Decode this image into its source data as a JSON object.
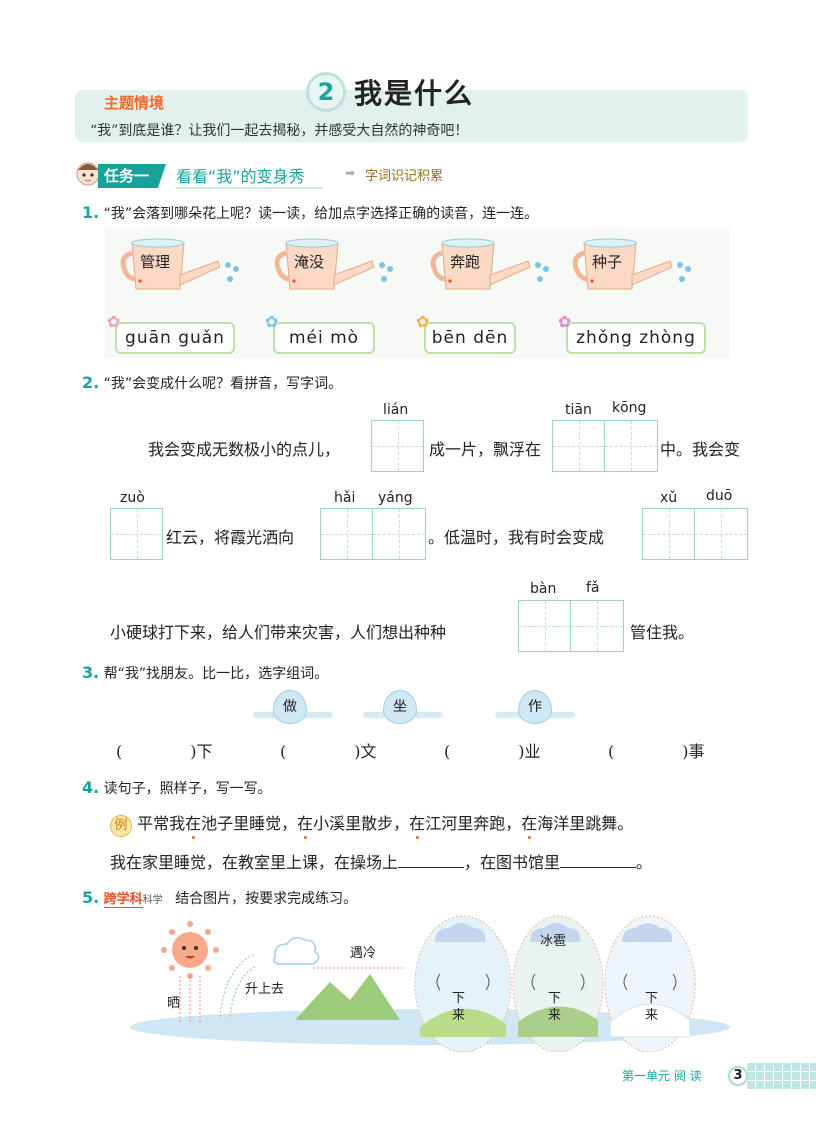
{
  "header": {
    "lesson_number": "2",
    "title": "我是什么",
    "theme_label": "主题情境",
    "theme_text": "“我”到底是谁？让我们一起去揭秘，并感受大自然的神奇吧！"
  },
  "task": {
    "badge": "任务一",
    "title": "看看“我”的变身秀",
    "subtitle": "字词识记积累"
  },
  "q1": {
    "num": "1.",
    "text": "“我”会落到哪朵花上呢？读一读，给加点字选择正确的读音，连一连。",
    "words": [
      "管理",
      "淹没",
      "奔跑",
      "种子"
    ],
    "pinyin": [
      "guān guǎn",
      "méi  mò",
      "bēn dēn",
      "zhǒng zhòng"
    ],
    "flower_colors": [
      "#f4a3b5",
      "#7cc3ea",
      "#f5b04a",
      "#e08ac8"
    ]
  },
  "q2": {
    "num": "2.",
    "text": "“我”会变成什么呢？看拼音，写字词。",
    "line1": [
      "我会变成无数极小的点儿，",
      "成一片，飘浮在",
      "中。我会变"
    ],
    "line2": [
      "红云，将霞光洒向",
      "。低温时，我有时会变成"
    ],
    "line3": [
      "小硬球打下来，给人们带来灾害，人们想出种种",
      "管住我。"
    ],
    "pinyin": {
      "lian": "lián",
      "tian": "tiān",
      "kong": "kōng",
      "zuo": "zuò",
      "hai": "hǎi",
      "yang": "yáng",
      "xu": "xǔ",
      "duo": "duō",
      "ban": "bàn",
      "fa": "fǎ"
    }
  },
  "q3": {
    "num": "3.",
    "text": "帮“我”找朋友。比一比，选字组词。",
    "choices": [
      "做",
      "坐",
      "作"
    ],
    "blanks": [
      "下",
      "文",
      "业",
      "事"
    ]
  },
  "q4": {
    "num": "4.",
    "text": "读句子，照样子，写一写。",
    "example_mark": "例",
    "example_parts": [
      "平常我",
      "在",
      "池子里睡觉，",
      "在",
      "小溪里散步，",
      "在",
      "江河里奔跑，",
      "在",
      "海洋里跳舞。"
    ],
    "task_parts": [
      "我在家里睡觉，在教室里上课，在操场上",
      "，在图书馆里",
      "。"
    ]
  },
  "q5": {
    "num": "5.",
    "tag_main": "跨学科",
    "tag_sub": "科学",
    "text": "结合图片，按要求完成练习。",
    "labels": {
      "shai": "晒",
      "rise": "升上去",
      "cold": "遇冷",
      "hail": "冰雹",
      "down": "下来"
    }
  },
  "footer": {
    "unit": "第一单元  阅  读",
    "page": "3"
  }
}
